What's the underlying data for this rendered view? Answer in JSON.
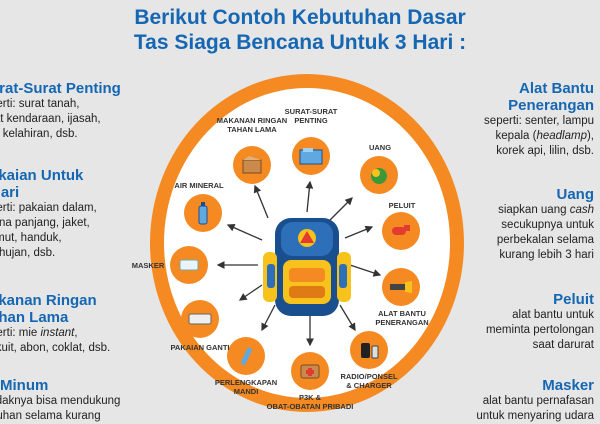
{
  "title": {
    "line1": "Berikut Contoh Kebutuhan Dasar",
    "line2": "Tas Siaga Bencana Untuk 3 Hari :"
  },
  "left_blocks": [
    {
      "heading": [
        "urat-Surat Penting"
      ],
      "lines": [
        "perti: surat tanah,",
        "rat kendaraan, ijasah,",
        "te kelahiran, dsb."
      ]
    },
    {
      "heading": [
        "akaian Untuk",
        "Hari"
      ],
      "lines": [
        "perti: pakaian dalam,",
        "lana panjang, jaket,",
        "limut, handuk,",
        "s hujan, dsb."
      ]
    },
    {
      "heading": [
        "akanan Ringan",
        "ahan Lama"
      ],
      "lines": [
        "perti: mie instant,",
        "skuit, abon, coklat, dsb."
      ]
    },
    {
      "heading": [
        "r Minum"
      ],
      "lines": [
        "tidaknya bisa mendukung",
        "buhan selama kurang"
      ]
    }
  ],
  "right_blocks": [
    {
      "heading": [
        "Alat Bantu",
        "Penerangan"
      ],
      "lines": [
        "seperti: senter, lampu",
        "kepala (headlamp),",
        "korek api, lilin, dsb."
      ]
    },
    {
      "heading": [
        "Uang"
      ],
      "lines": [
        "siapkan uang cash",
        "secukupnya untuk",
        "perbekalan selama",
        "kurang lebih 3 hari"
      ]
    },
    {
      "heading": [
        "Peluit"
      ],
      "lines": [
        "alat bantu untuk",
        "meminta pertolongan",
        "saat darurat"
      ]
    },
    {
      "heading": [
        "Masker"
      ],
      "lines": [
        "alat bantu pernafasan",
        "untuk menyaring udara"
      ]
    }
  ],
  "diagram_items": [
    {
      "id": "makanan",
      "label": [
        "MAKANAN RINGAN",
        "TAHAN LAMA"
      ],
      "icon": "snack-box-icon"
    },
    {
      "id": "surat",
      "label": [
        "SURAT-SURAT",
        "PENTING"
      ],
      "icon": "document-folder-icon"
    },
    {
      "id": "uang",
      "label": [
        "UANG"
      ],
      "icon": "money-icon"
    },
    {
      "id": "peluit",
      "label": [
        "PELUIT"
      ],
      "icon": "whistle-icon"
    },
    {
      "id": "alat",
      "label": [
        "ALAT BANTU",
        "PENERANGAN"
      ],
      "icon": "flashlight-icon"
    },
    {
      "id": "radio",
      "label": [
        "RADIO/PONSEL",
        "& CHARGER"
      ],
      "icon": "radio-phone-icon"
    },
    {
      "id": "p3k",
      "label": [
        "P3K &",
        "OBAT-OBATAN PRIBADI"
      ],
      "icon": "first-aid-icon"
    },
    {
      "id": "mandi",
      "label": [
        "PERLENGKAPAN",
        "MANDI"
      ],
      "icon": "toiletries-icon"
    },
    {
      "id": "pakaian",
      "label": [
        "PAKAIAN GANTI"
      ],
      "icon": "clothes-icon"
    },
    {
      "id": "masker",
      "label": [
        "MASKER"
      ],
      "icon": "mask-icon"
    },
    {
      "id": "air",
      "label": [
        "AIR MINERAL"
      ],
      "icon": "water-bottle-icon"
    }
  ],
  "colors": {
    "accent": "#f58a23",
    "heading": "#1567b3",
    "background": "#e6e6e6"
  }
}
